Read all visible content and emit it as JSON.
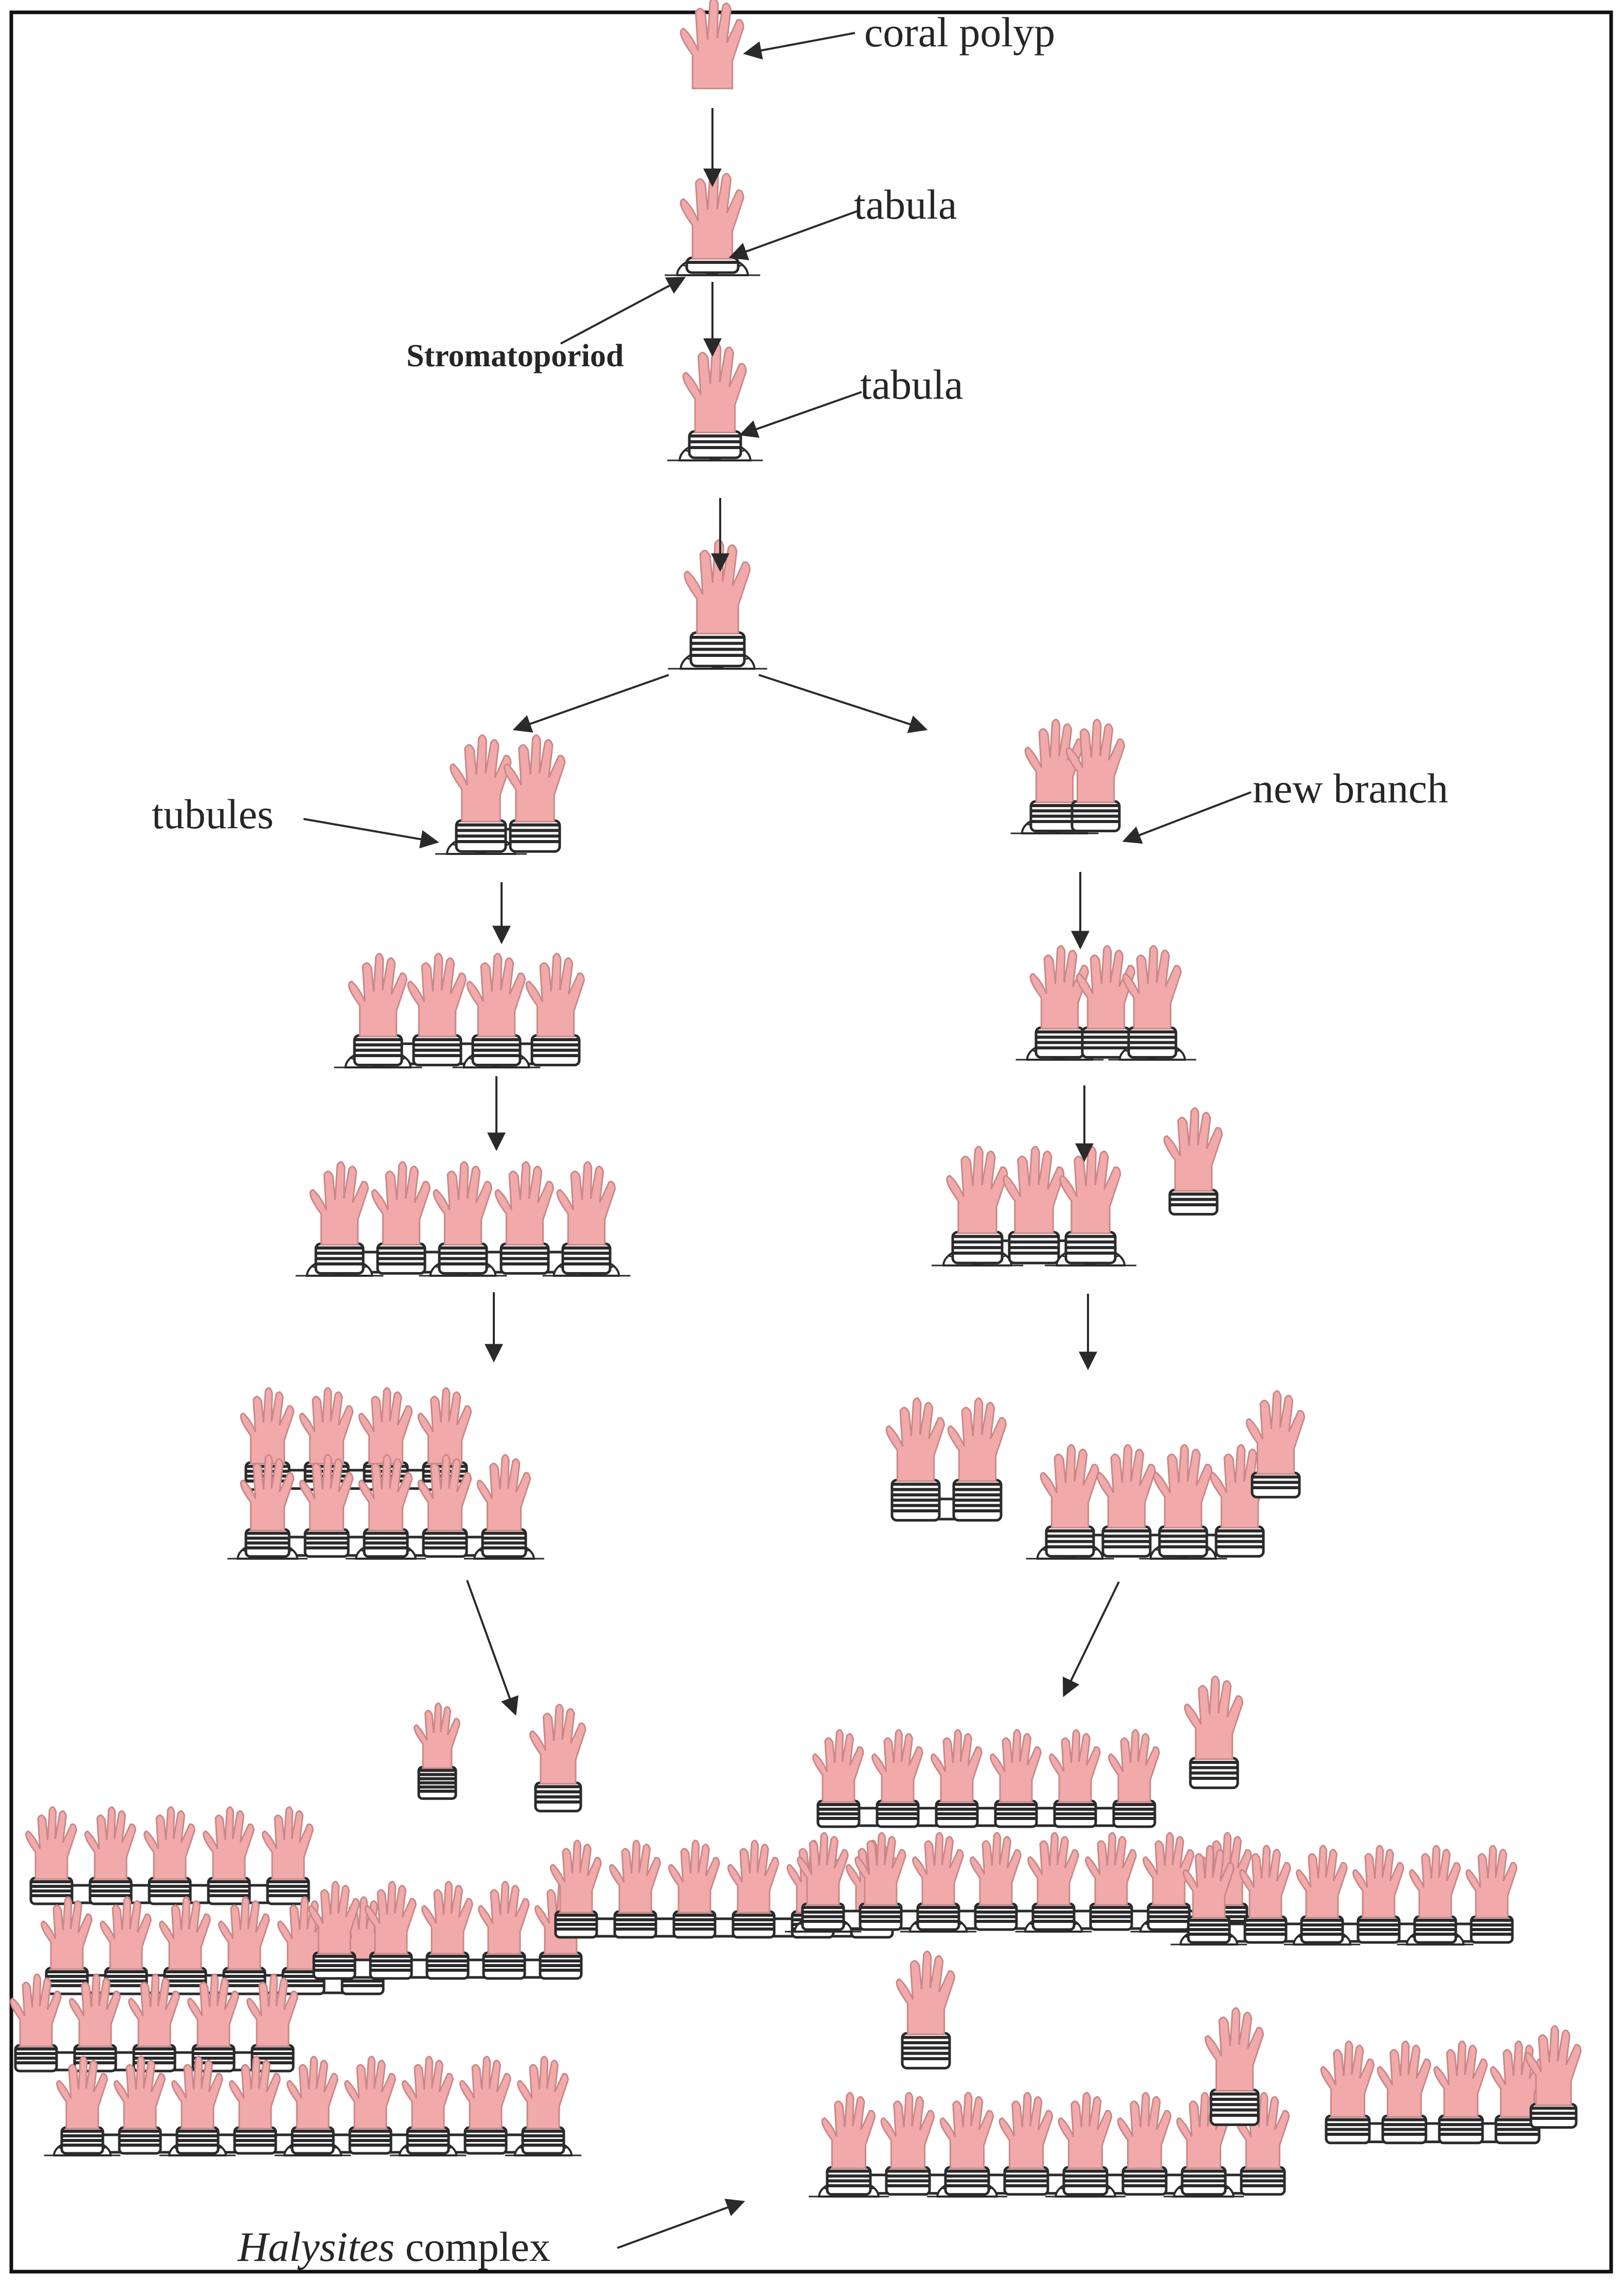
{
  "labels": {
    "coral_polyp": "coral polyp",
    "tabula_1": "tabula",
    "tabula_2": "tabula",
    "stromatoporiod": "Stromatoporiod",
    "tubules": "tubules",
    "new_branch": "new branch",
    "halysites_italic": "Halysites",
    "halysites_rest": " complex"
  },
  "colors": {
    "polyp": "#f2a9a9",
    "outline": "#2a2a2a",
    "frame": "#111111"
  }
}
